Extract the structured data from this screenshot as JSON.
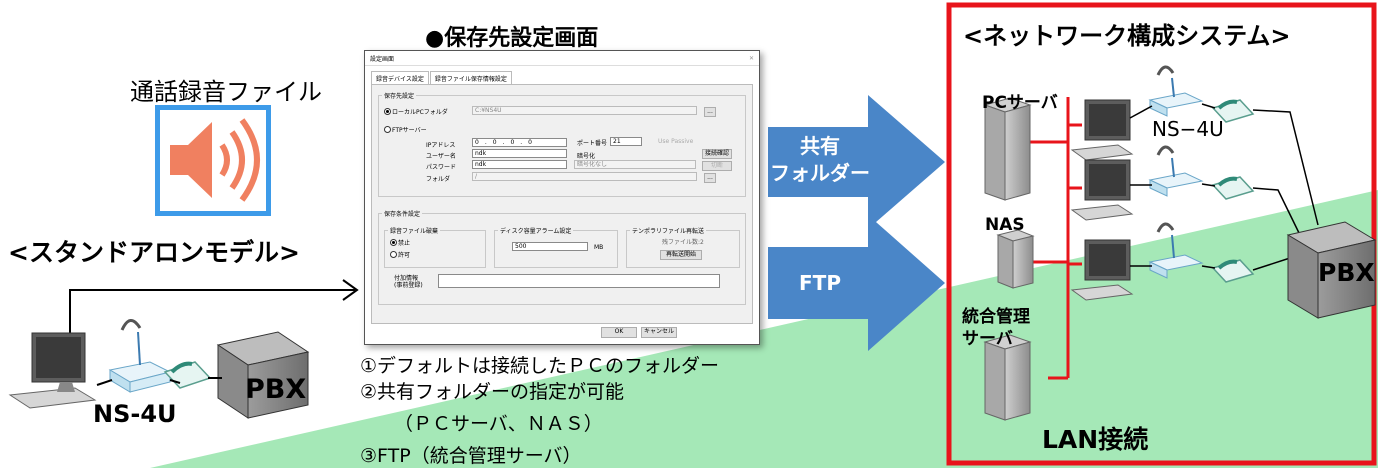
{
  "colors": {
    "arrow": "#4a86c8",
    "green": "#9ee6b0",
    "red": "#e8141b",
    "speaker_bg": "#3d9be9",
    "speaker_fg": "#f08060"
  },
  "left": {
    "recording_file_label": "通話録音ファイル",
    "standalone_title": "<スタンドアロンモデル>",
    "device_label": "NS-4U",
    "pbx_label": "PBX"
  },
  "center": {
    "screen_title": "●保存先設定画面",
    "arrow_shared": "共有\nフォルダー",
    "arrow_ftp": "FTP",
    "notes": [
      "①デフォルトは接続したＰＣのフォルダー",
      "②共有フォルダーの指定が可能",
      "（ＰＣサーバ、ＮＡＳ）",
      "③FTP（統合管理サーバ）"
    ]
  },
  "dialog": {
    "window_title": "設定画面",
    "close": "✕",
    "tabs": [
      "録音デバイス設定",
      "録音ファイル保存情報設定"
    ],
    "save_group": "保存先設定",
    "local_pc_label": "ローカルPCフォルダ",
    "local_pc_path": "C:¥NS4U",
    "browse": "...",
    "ftp_label": "FTPサーバー",
    "ip_label": "IPアドレス",
    "ip_value": "0　.　0　.　0　.　0",
    "port_label": "ポート番号",
    "port_value": "21",
    "passive_label": "Use Passive",
    "user_label": "ユーザー名",
    "user_value": "ndk",
    "password_label": "パスワード",
    "password_value": "ndk",
    "encrypt_label": "暗号化",
    "encrypt_value": "暗号化なし",
    "folder_label": "フォルダ",
    "folder_value": "/",
    "connect_check": "接続確認",
    "disconnect": "切断",
    "cond_group": "保存条件設定",
    "discard_group": "録音ファイル破棄",
    "discard_off": "禁止",
    "discard_on": "許可",
    "disk_group": "ディスク容量アラーム設定",
    "disk_value": "500",
    "disk_unit": "MB",
    "temp_group": "テンポラリファイル再転送",
    "temp_count": "残ファイル数:2",
    "resend_button": "再転送開始",
    "extra_label": "付加情報",
    "extra_sub": "(事前登録)",
    "ok": "OK",
    "cancel": "キャンセル"
  },
  "right": {
    "title": "<ネットワーク構成システム>",
    "pc_server": "PCサーバ",
    "nas": "NAS",
    "mgmt_server": "統合管理\nサーバ",
    "device_label": "NS−4U",
    "pbx_label": "PBX",
    "lan_label": "LAN接続"
  }
}
